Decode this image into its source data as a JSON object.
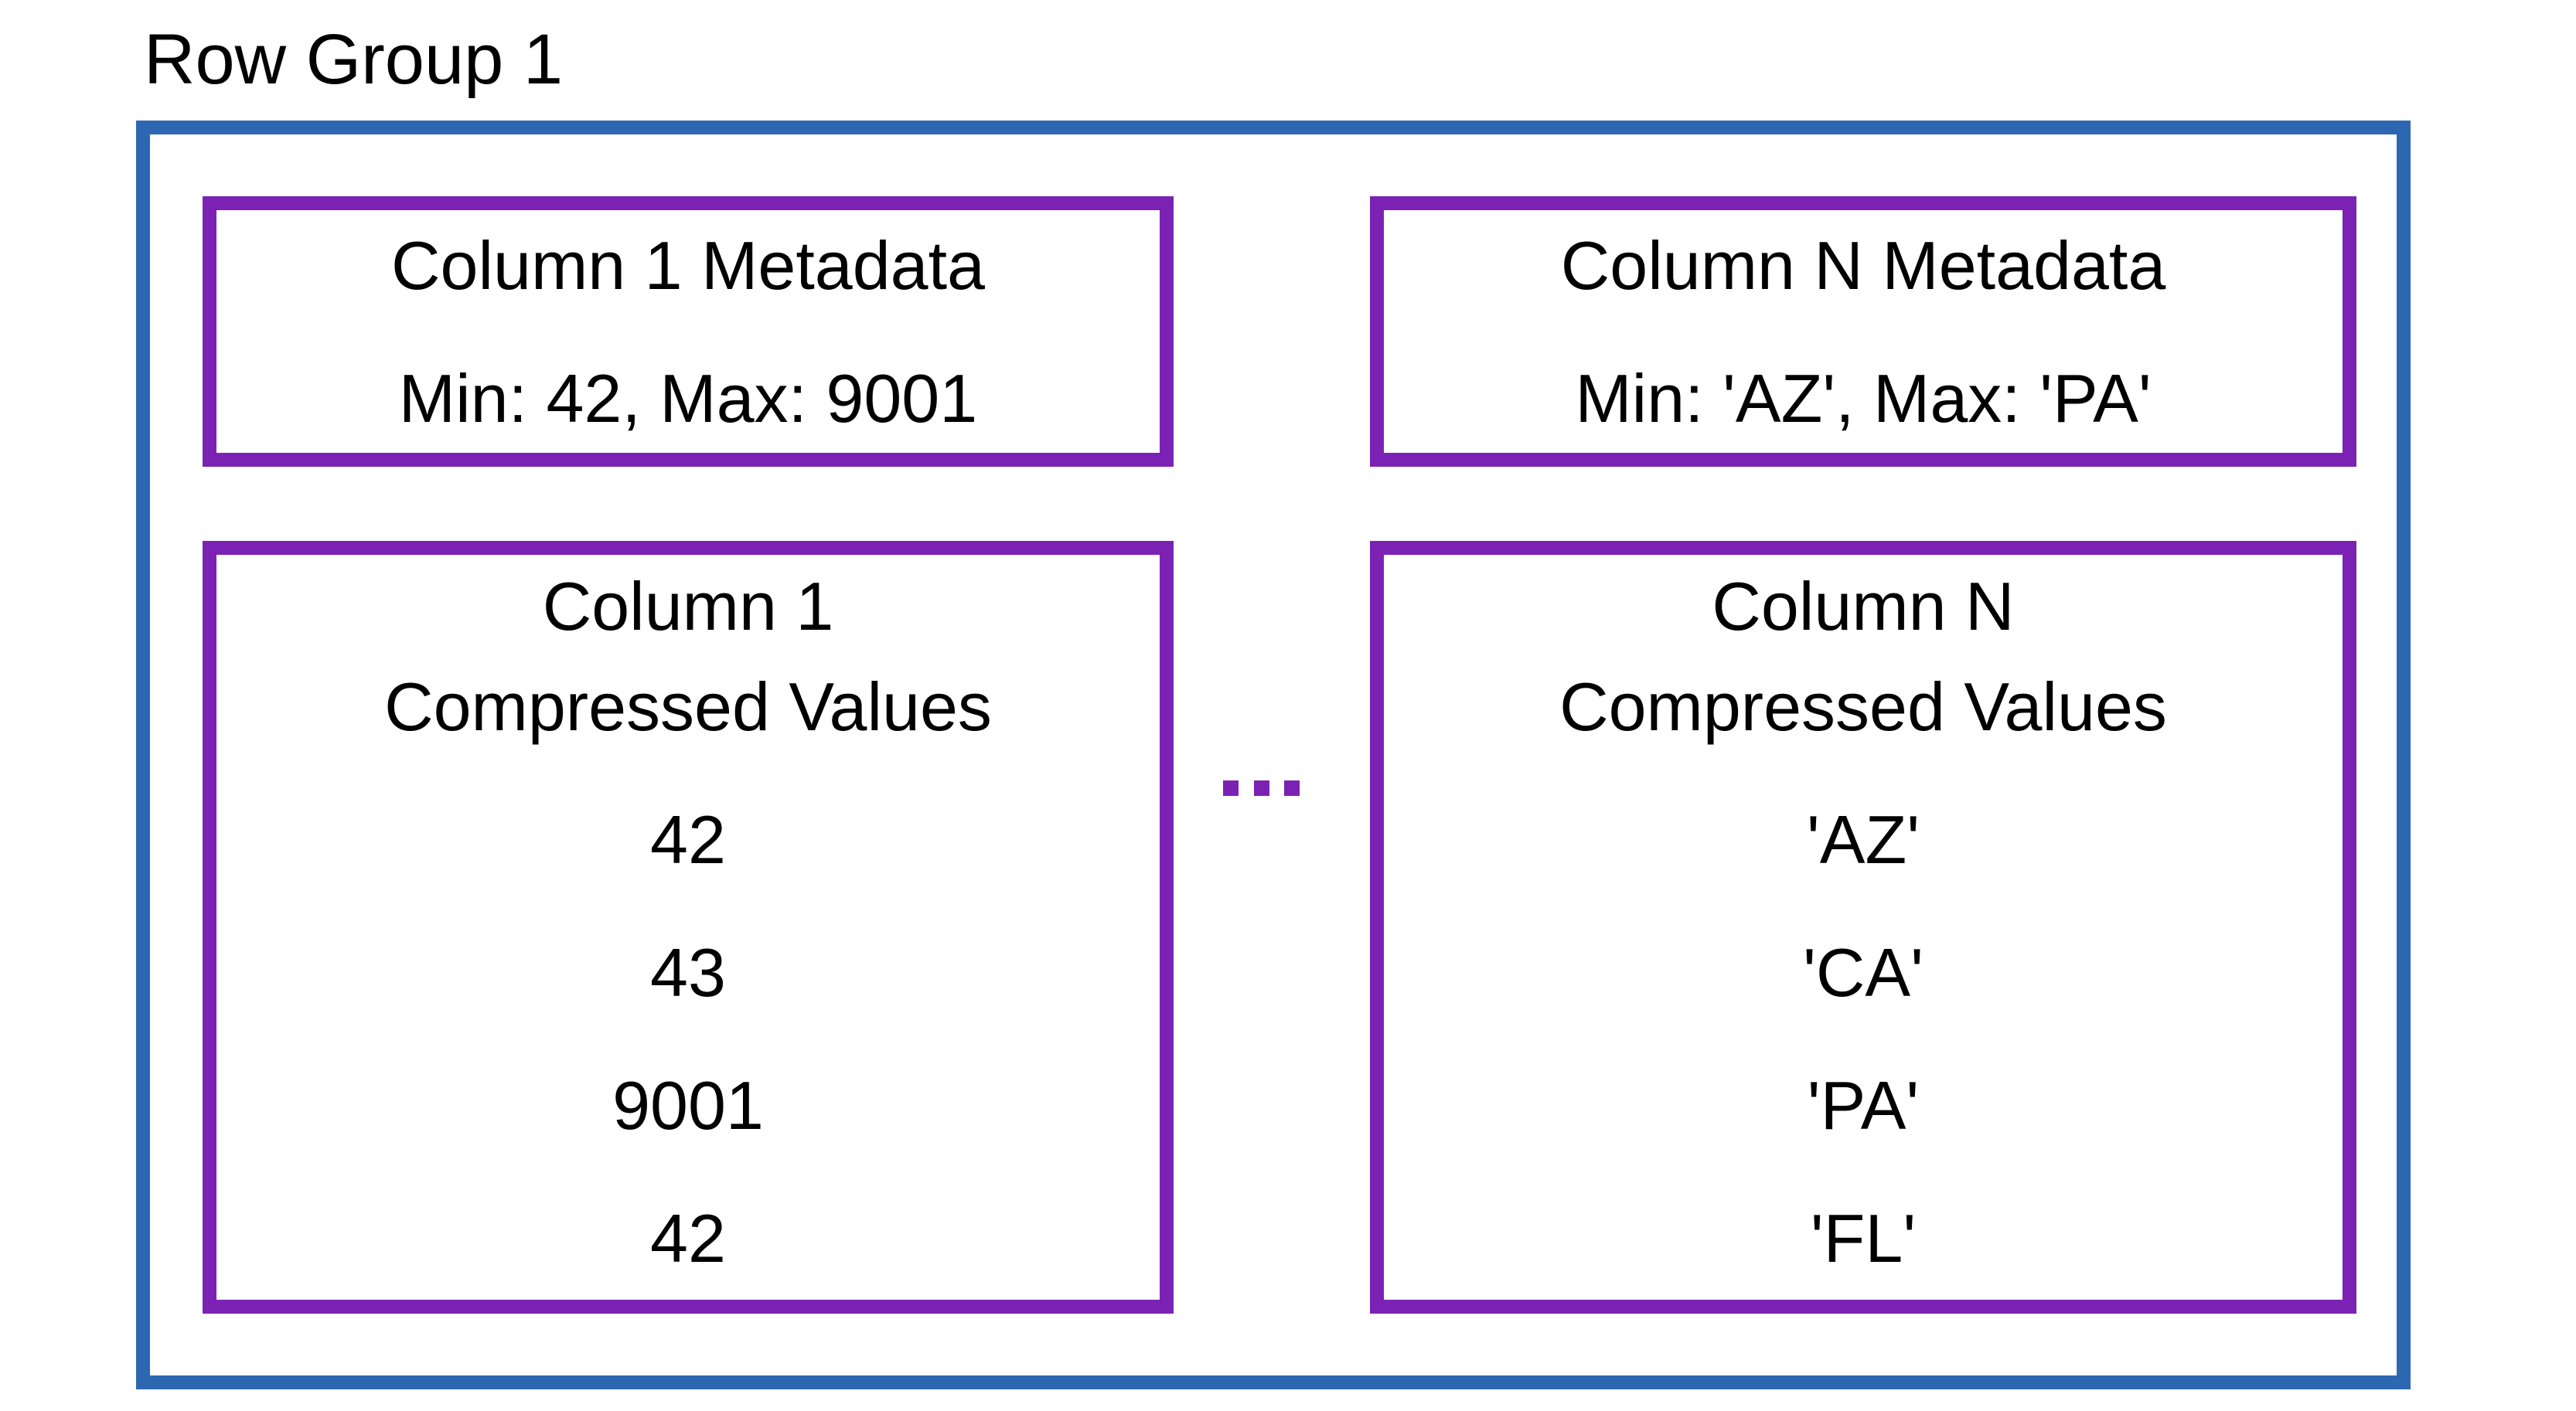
{
  "title": "Row Group 1",
  "colors": {
    "row_group_border": "#2D67B1",
    "column_border": "#7B22B4"
  },
  "columns": [
    {
      "metadata_title": "Column 1 Metadata",
      "metadata_stats": "Min: 42, Max: 9001",
      "values_title_1": "Column 1",
      "values_title_2": "Compressed Values",
      "values": [
        "42",
        "43",
        "9001",
        "42"
      ]
    },
    {
      "metadata_title": "Column N Metadata",
      "metadata_stats": "Min: 'AZ', Max: 'PA'",
      "values_title_1": "Column N",
      "values_title_2": "Compressed Values",
      "values": [
        "'AZ'",
        "'CA'",
        "'PA'",
        "'FL'"
      ]
    }
  ],
  "ellipsis_icon": "ellipsis"
}
